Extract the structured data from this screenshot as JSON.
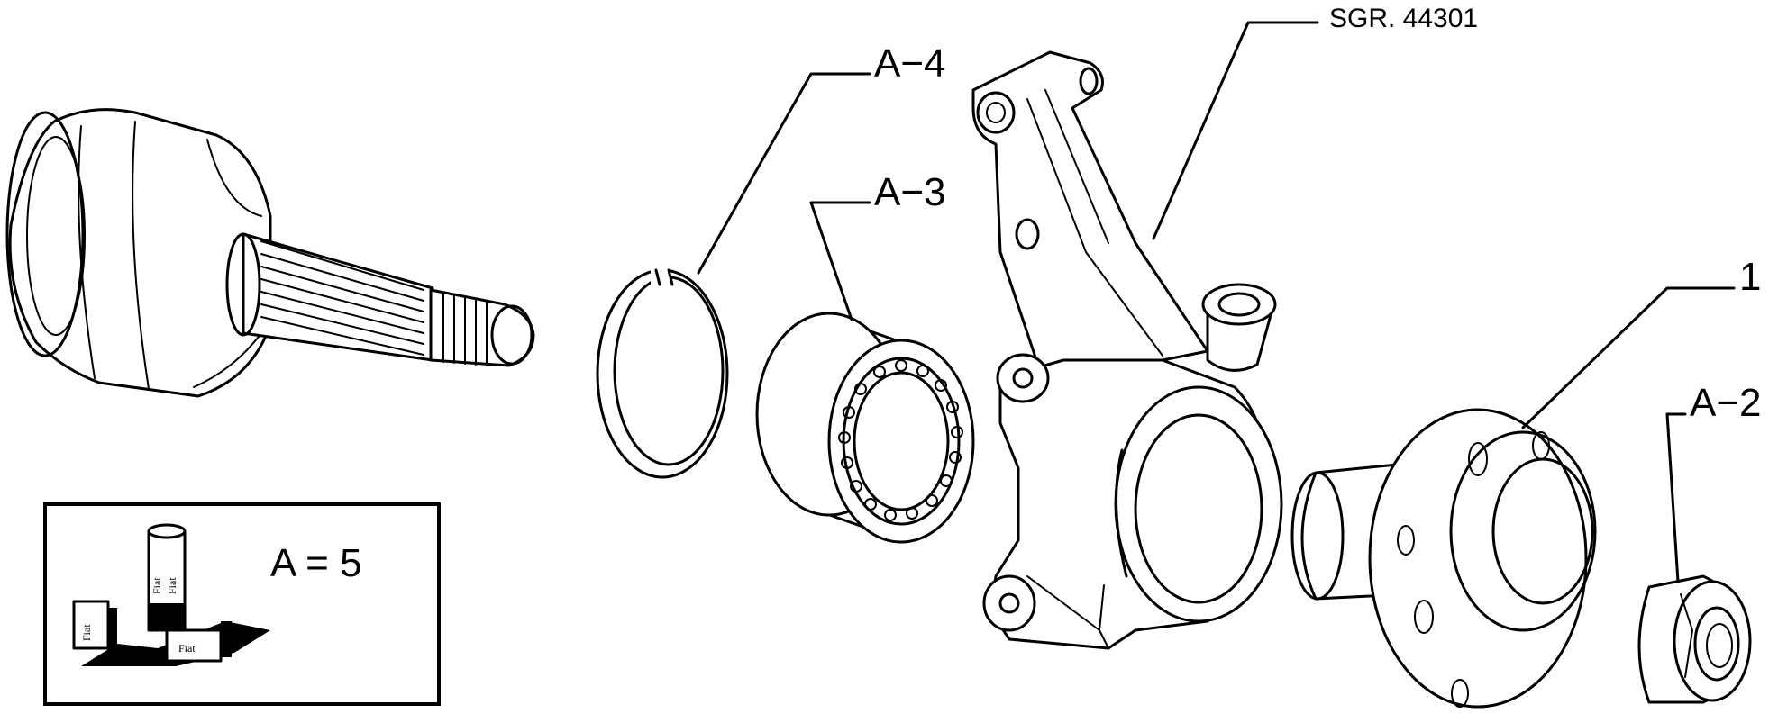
{
  "drawing_code": "SGR. 44301",
  "callouts": {
    "hub": "1",
    "nut": "A−2",
    "bearing": "A−3",
    "circlip": "A−4"
  },
  "legend": {
    "equation": "A = 5",
    "brand_marks": [
      "Fiat",
      "Fiat",
      "Fiat",
      "Fiat"
    ]
  }
}
